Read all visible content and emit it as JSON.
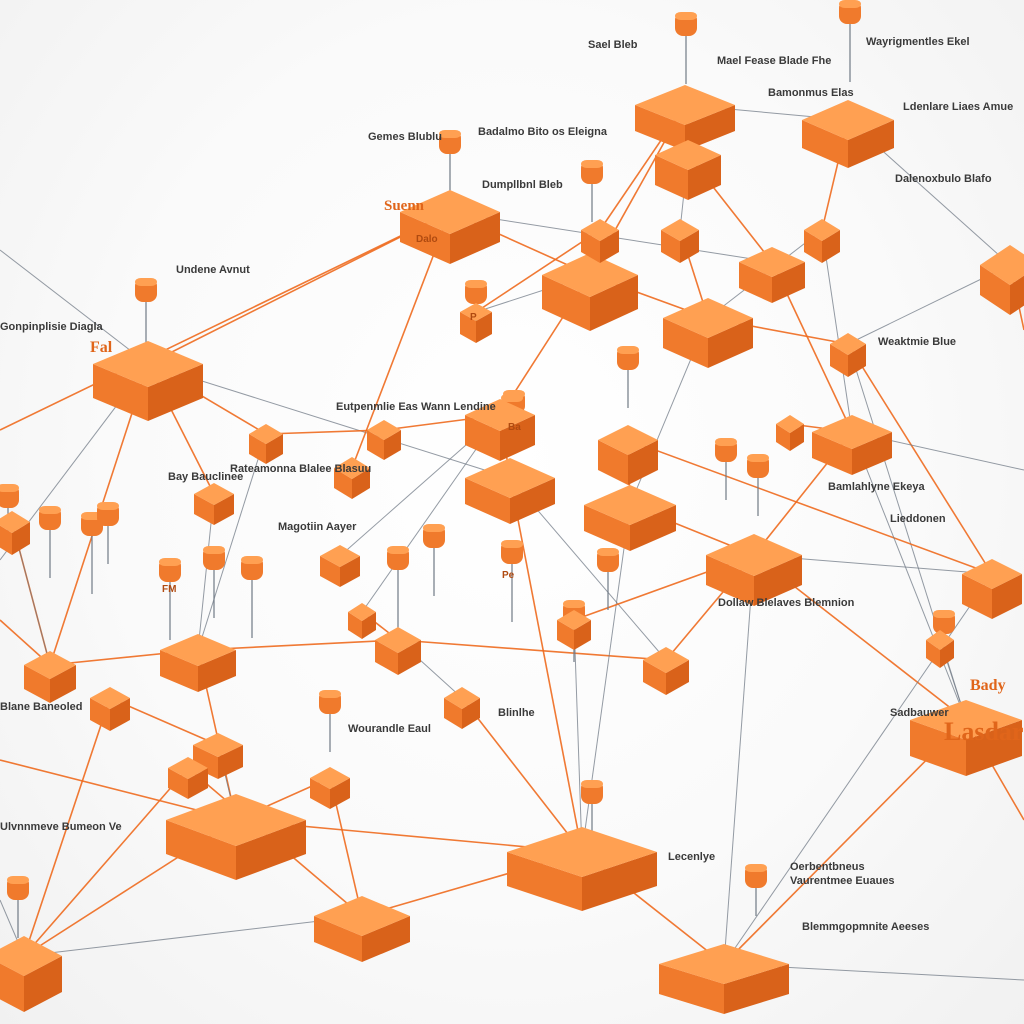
{
  "colors": {
    "background": "#f6f6f6",
    "node_top": "#ffa052",
    "node_left": "#f07a2c",
    "node_right": "#d9621a",
    "link_orange": "#ee6a1e",
    "link_gray": "#707a85"
  },
  "labels": {
    "l1": "Sael Bleb",
    "l2": "Mael Fease Blade Fhe",
    "l3": "Wayrigmentles Ekel",
    "l4": "Gemes Blublu",
    "l5": "Bamonmus Elas",
    "l6": "Ldenlare Liaes Amue",
    "l7": "Dalenoxbulo Blafo",
    "l8": "Badalmo Bito os Eleigna",
    "l9": "Dumpllbnl Bleb",
    "l10": "Undene Avnut",
    "l11": "Gonpinplisie Diagla",
    "l12": "Bay Bauclinee",
    "l13": "Rateamonna Blalee Blasuu",
    "l14": "Magotiin Aayer",
    "l15": "Eutpenmlie Eas Wann Lendine",
    "l16": "Lieddonen",
    "l17": "Bamlahlyne Ekeya",
    "l18": "Weaktmie Blue",
    "l19": "Dollaw Blelaves Blemnion",
    "l20": "Blinlhe",
    "l21": "Wourandle Eaul",
    "l22": "Ulvnnmeve Bumeon Ve",
    "l23": "Blemmgopmnite Aeeses",
    "l24": "Blane Baneoled",
    "l25": "Sadbauwer",
    "l26": "Lecenlye",
    "l27": "Oerbentbneus",
    "l28": "Vaurentmee Euaues"
  },
  "box_text": {
    "b1": "Fal",
    "b2": "Lasdar",
    "b3": "Suenn",
    "b4": "Bady",
    "c1": "Dalo",
    "c2": "Ba",
    "c3": "Pe",
    "c4": "FM",
    "c5": "P"
  }
}
